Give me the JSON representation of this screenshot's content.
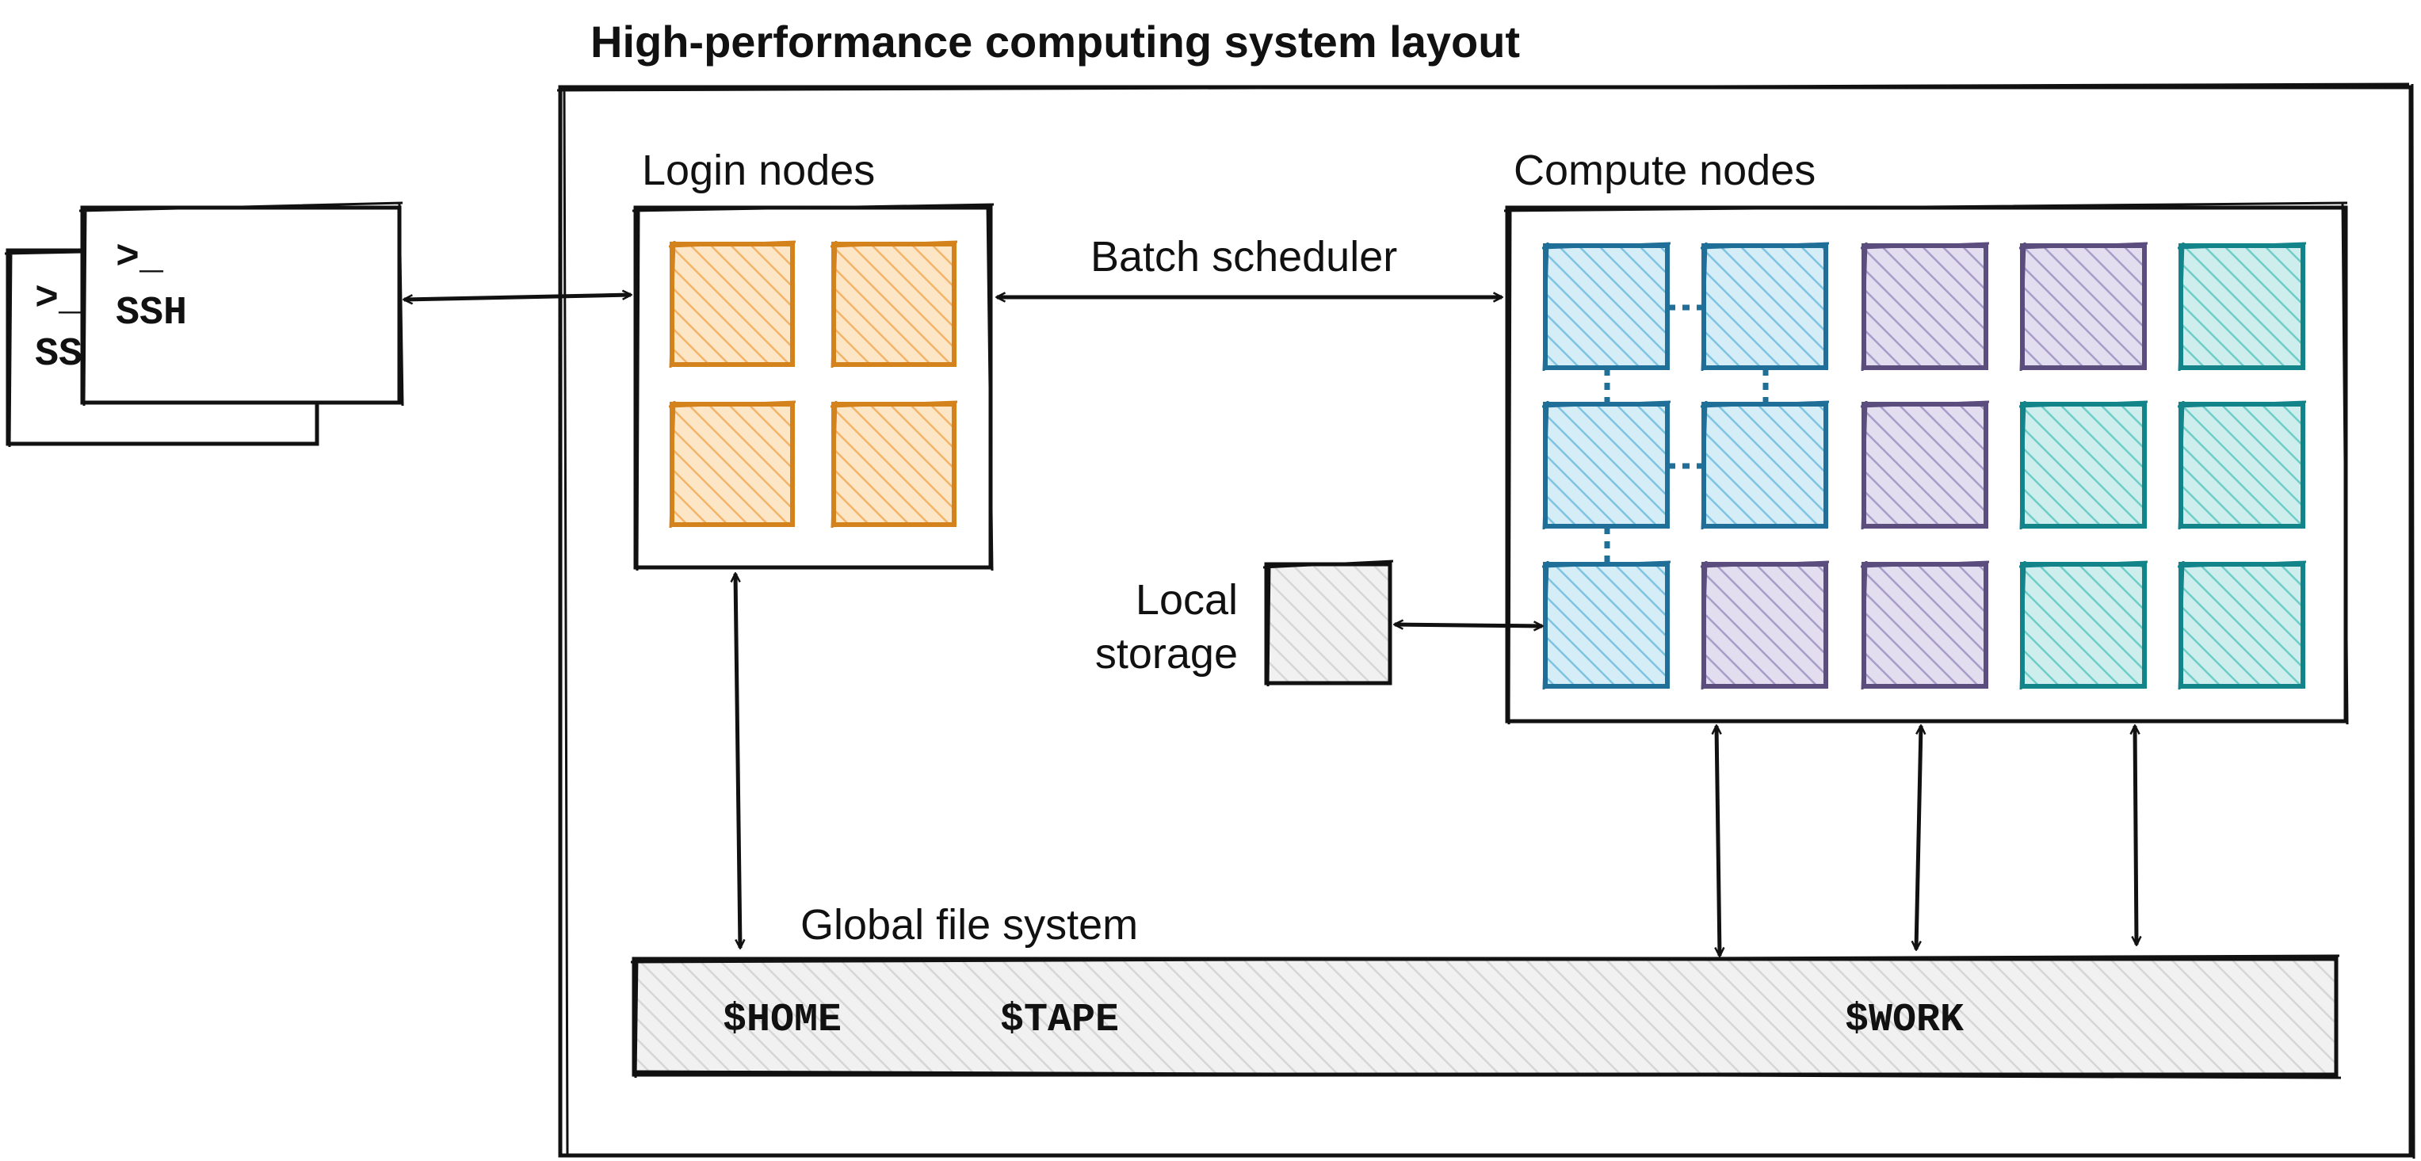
{
  "title": "High-performance computing system layout",
  "terminal": {
    "prompt": ">_",
    "label": "SSH",
    "back_prompt": ">_",
    "back_label": "SS"
  },
  "login_nodes": {
    "label": "Login nodes",
    "count": 4
  },
  "compute_nodes": {
    "label": "Compute nodes",
    "rows": 3,
    "cols": 5
  },
  "batch_scheduler": {
    "label": "Batch scheduler"
  },
  "local_storage": {
    "label_line1": "Local",
    "label_line2": "storage"
  },
  "global_fs": {
    "label": "Global file system",
    "vars": [
      "$HOME",
      "$TAPE",
      "$WORK"
    ]
  },
  "colors": {
    "login": "#d4821c",
    "login_fill": "#f7c88c",
    "blue": "#1f6f99",
    "blue_fill": "#9fd3ea",
    "purple": "#5b4d7e",
    "purple_fill": "#b7aed4",
    "teal": "#13848a",
    "teal_fill": "#8ed6d2",
    "gray": "#bdbdbd",
    "stroke": "#111111"
  }
}
